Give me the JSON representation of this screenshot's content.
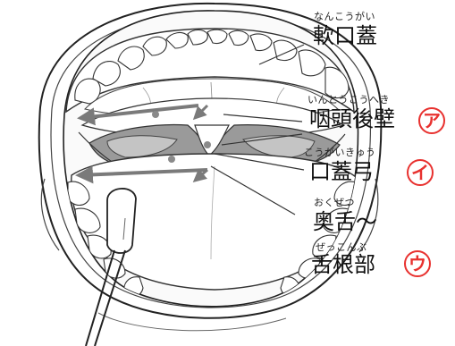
{
  "labels": {
    "soft_palate": {
      "reading": "なんこうがい",
      "term": "軟口蓋"
    },
    "posterior_pharyngeal_wall": {
      "reading": "いんとうこうへき",
      "term": "咽頭後壁",
      "marker": "ア"
    },
    "palatal_arch": {
      "reading": "こうがいきゅう",
      "term": "口蓋弓",
      "marker": "イ"
    },
    "back_of_tongue": {
      "reading": "おくぜつ",
      "term": "奥舌〜"
    },
    "tongue_root": {
      "reading": "ぜっこんぶ",
      "term": "舌根部",
      "marker": "ウ"
    }
  },
  "colors": {
    "marker": "#e8312f",
    "line": "#333333",
    "arrow": "#7a7a7a",
    "dot": "#8a8a8a"
  }
}
